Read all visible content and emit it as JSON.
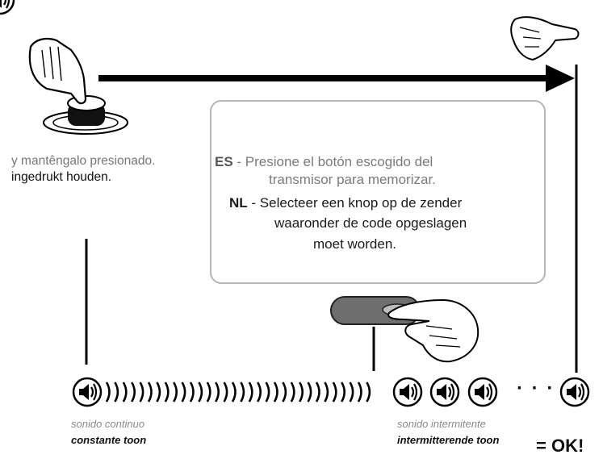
{
  "left_caption": {
    "es": "y mantêngalo presionado.",
    "nl": "ingedrukt houden."
  },
  "instruction_box": {
    "es_code": "ES",
    "es_line1": "- Presione el botón escogido del",
    "es_line2": "transmisor para memorizar.",
    "nl_code": "NL",
    "nl_line1": "- Selecteer een knop op de zender",
    "nl_line2": "waaronder de code opgeslagen",
    "nl_line3": "moet worden."
  },
  "sound_continuous": {
    "es": "sonido continuo",
    "nl": "constante toon"
  },
  "sound_intermittent": {
    "es": "sonido intermitente",
    "nl": "intermitterende toon"
  },
  "ellipsis": "· · ·",
  "result": "= OK!",
  "icons": [
    "hand-press-button-icon",
    "hand-release-icon",
    "hand-press-transmitter-icon",
    "speaker-icon"
  ]
}
